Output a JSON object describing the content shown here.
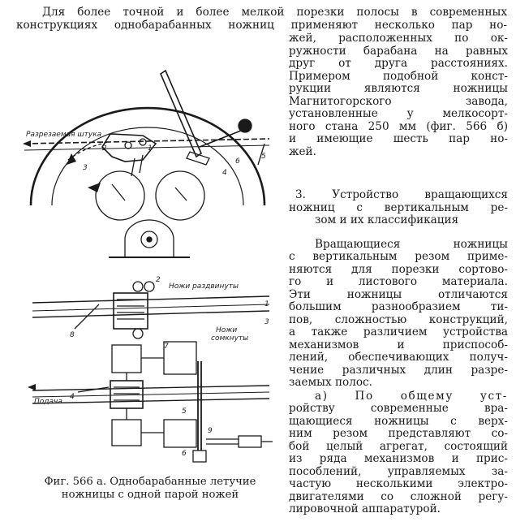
{
  "intro": [
    "Для более точной и более мелкой порезки полосы в современных",
    "конструкциях однобарабанных ножниц применяют несколько пар но-"
  ],
  "right_top": [
    "жей, расположенных по ок-",
    "ружности барабана на равных",
    "друг от друга расстояниях.",
    "Примером подобной конст-",
    "рукции являются ножницы",
    "Магнитогорского завода,",
    "установленные у мелкосорт-",
    "ного стана 250 мм (фиг. 566 б)",
    "и имеющие шесть пар но-",
    "жей."
  ],
  "section_heading": [
    "3. Устройство вращающихся",
    "ножниц с вертикальным ре-",
    "зом и их классификация"
  ],
  "rotating_para": [
    "Вращающиеся ножницы",
    "с вертикальным резом приме-",
    "няются для порезки сортово-",
    "го и листового материала.",
    "Эти ножницы отличаются",
    "большим разнообразием ти-",
    "пов, сложностью конструкций,",
    "а также различием устройства",
    "механизмов и приспособ-",
    "лений, обеспечивающих получ-",
    "чение различных длин разре-",
    "заемых полос."
  ],
  "subsection_para": [
    "а) По общему уст-",
    "ройству современные вра-",
    "щающиеся ножницы с верх-",
    "ним резом представляют со-",
    "бой целый агрегат, состоящий",
    "из ряда механизмов и прис-",
    "пособлений, управляемых за-",
    "частую несколькими электро-",
    "двигателями со сложной регу-",
    "лировочной аппаратурой."
  ],
  "figure": {
    "label_strip": "Разрезаемая штука",
    "label_gap": "Ножи раздвинуты",
    "label_closed_1": "Ножи",
    "label_closed_2": "сомкнуты",
    "label_feed": "Подача",
    "nums": [
      "1",
      "2",
      "3",
      "4",
      "5",
      "6",
      "7",
      "8",
      "1",
      "2",
      "3",
      "4",
      "5",
      "6",
      "9"
    ]
  },
  "caption": {
    "line1": "Фиг. 566 а. Однобарабанные летучие",
    "line2": "ножницы с одной парой ножей"
  }
}
